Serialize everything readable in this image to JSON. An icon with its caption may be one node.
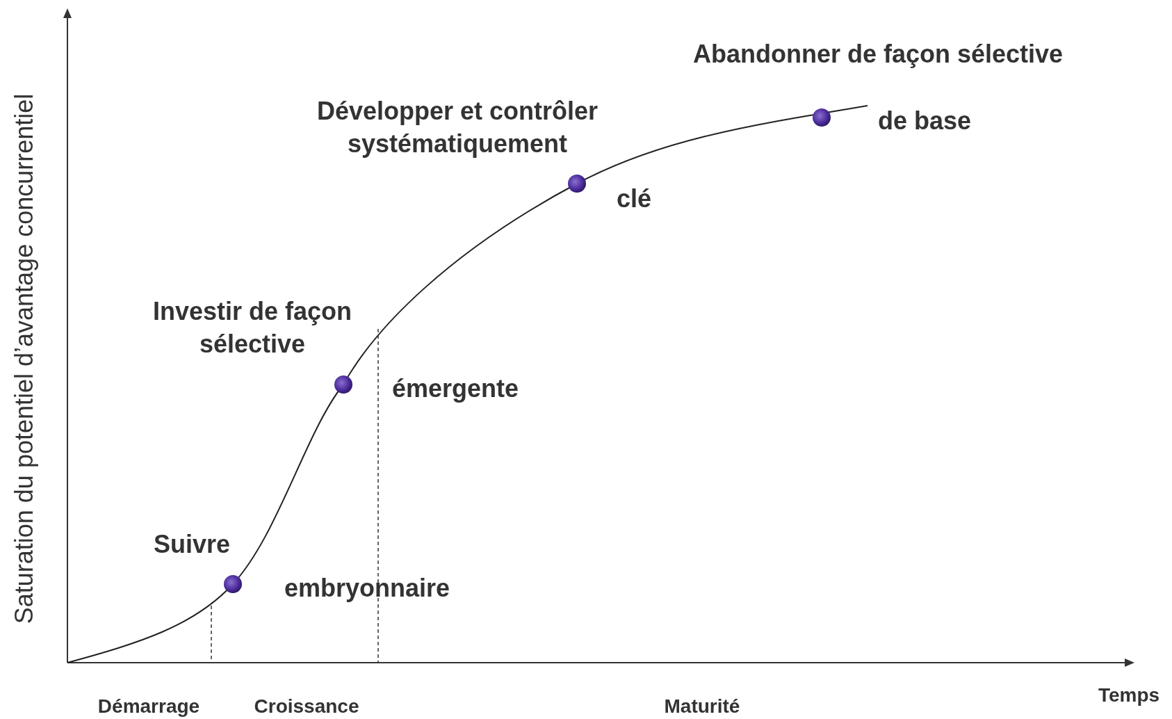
{
  "diagram": {
    "labels": [
      "Saturation du potentiel d’avantage concurrentiel",
      "Abandonner de façon sélective",
      "Développer et contrôler systématiquement",
      "de base",
      "clé",
      "Investir de façon sélective",
      "émergente",
      "Suivre",
      "embryonnaire",
      "Temps",
      "Démarrage",
      "Croissance",
      "Maturité"
    ]
  }
}
